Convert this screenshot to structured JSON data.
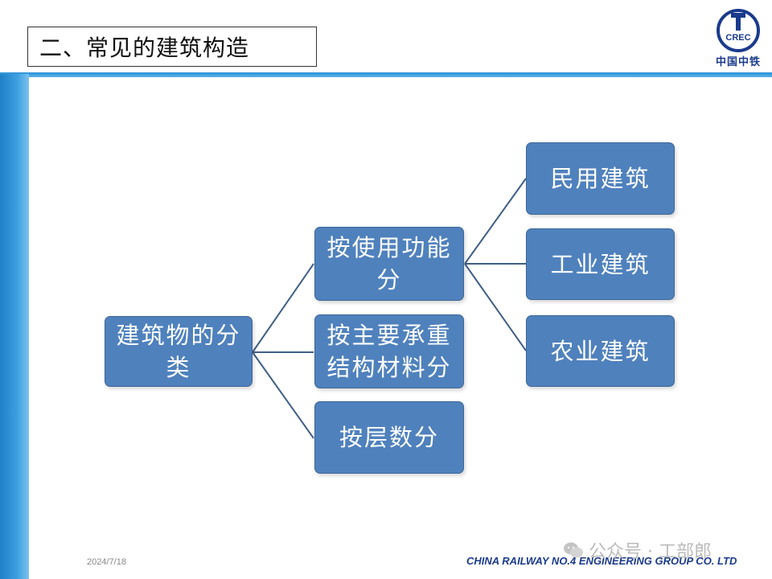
{
  "title": "二、常见的建筑构造",
  "logo": {
    "caption": "中国中铁",
    "emblem": "CREC"
  },
  "diagram": {
    "root": "建筑物的分类",
    "level1": [
      "按使用功能分",
      "按主要承重结构材料分",
      "按层数分"
    ],
    "level2": [
      "民用建筑",
      "工业建筑",
      "农业建筑"
    ]
  },
  "footer": {
    "date": "2024/7/18",
    "company": "CHINA RAILWAY NO.4 ENGINEERING  GROUP CO. LTD",
    "watermark": "公众号 · 工部郎"
  },
  "colors": {
    "node_fill": "#4f81bd",
    "node_border": "#3c6696",
    "connector": "#3f5f86"
  }
}
